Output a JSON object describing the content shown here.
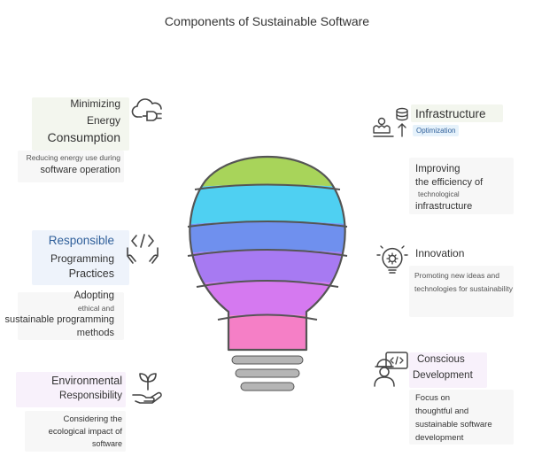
{
  "title": "Components of Sustainable Software",
  "colors": {
    "green": "#a8d45a",
    "cyan": "#4fd0f2",
    "blue": "#6f90ee",
    "violet": "#a77af2",
    "magenta": "#d579f0",
    "pink": "#f57fc6",
    "outline": "#555555",
    "base": "#b5b5b5",
    "title_blue": "#2f5f9a"
  },
  "left": {
    "energy": {
      "title_line1": "Minimizing",
      "title_line2": "Energy",
      "title_line3": "Consumption",
      "desc_line1": "Reducing energy use during",
      "desc_line2": "software operation",
      "icon": "cloud-plug-icon"
    },
    "programming": {
      "title_line1": "Responsible",
      "title_line2": "Programming",
      "title_line3": "Practices",
      "desc_line1": "Adopting",
      "desc_line2": "ethical and",
      "desc_line3": "sustainable programming",
      "desc_line4": "methods",
      "icon": "hands-code-icon"
    },
    "environment": {
      "title_line1": "Environmental",
      "title_line2": "Responsibility",
      "desc_line1": "Considering the",
      "desc_line2": "ecological impact of",
      "desc_line3": "software",
      "icon": "hand-leaf-icon"
    }
  },
  "right": {
    "infrastructure": {
      "title": "Infrastructure",
      "badge": "Optimization",
      "desc_line1": "Improving",
      "desc_line2": "the efficiency of",
      "desc_line3": "technological",
      "desc_line4": "infrastructure",
      "icon": "server-upload-icon"
    },
    "innovation": {
      "title": "Innovation",
      "desc_line1": "Promoting new ideas and",
      "desc_line2": "technologies for sustainability",
      "icon": "lightbulb-gear-icon"
    },
    "development": {
      "title_line1": "Conscious",
      "title_line2": "Development",
      "desc_line1": "Focus on",
      "desc_line2": "thoughtful and",
      "desc_line3": "sustainable software",
      "desc_line4": "development",
      "icon": "developer-code-icon"
    }
  }
}
